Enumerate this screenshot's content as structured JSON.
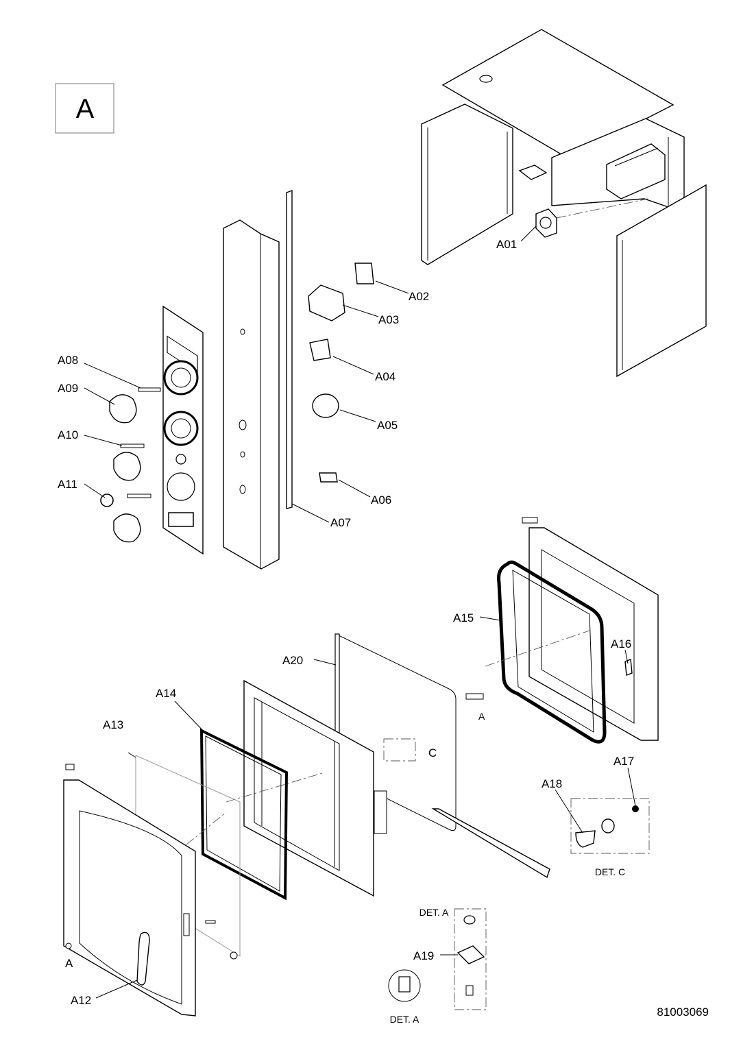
{
  "section_letter": "A",
  "drawing_number": "81003069",
  "part_labels": {
    "a01": "A01",
    "a02": "A02",
    "a03": "A03",
    "a04": "A04",
    "a05": "A05",
    "a06": "A06",
    "a07": "A07",
    "a08": "A08",
    "a09": "A09",
    "a10": "A10",
    "a11": "A11",
    "a12": "A12",
    "a13": "A13",
    "a14": "A14",
    "a15": "A15",
    "a16": "A16",
    "a17": "A17",
    "a18": "A18",
    "a19": "A19",
    "a20": "A20"
  },
  "detail_labels": {
    "det_c": "DET. C",
    "det_a_top": "DET. A",
    "det_a_bottom": "DET. A",
    "ref_c": "C",
    "ref_a_left": "A",
    "ref_a_hinge": "A"
  }
}
